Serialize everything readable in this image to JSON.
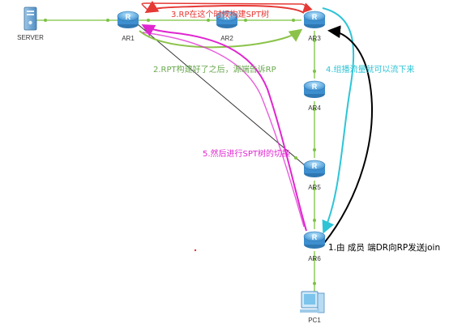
{
  "nodes": {
    "server": {
      "label": "SERVER"
    },
    "ar1": {
      "label": "AR1"
    },
    "ar2": {
      "label": "AR2"
    },
    "ar3": {
      "label": "AR3"
    },
    "ar4": {
      "label": "AR4"
    },
    "ar5": {
      "label": "AR5"
    },
    "ar6": {
      "label": "AR6"
    },
    "pc1": {
      "label": "PC1"
    }
  },
  "router_glyph": "R",
  "annotations": {
    "step1": "1.由 成员 端DR向RP发送join",
    "step2": "2.RPT构建好了之后，源端告诉RP",
    "step3": "3.RP在这个时候构建SPT树",
    "step4": "4.组播流量就可以流下来",
    "step5": "5.然后进行SPT树的切换"
  },
  "colors": {
    "link": "#7cc242",
    "router_body": "#4a9fd8",
    "router_top": "#8fd0f5",
    "step1": "#000000",
    "step2": "#6aa84f",
    "step3": "#e53935",
    "step4": "#2ec4d6",
    "step5": "#e026d0"
  },
  "icons": [
    "server-icon",
    "router-icon",
    "pc-icon"
  ]
}
